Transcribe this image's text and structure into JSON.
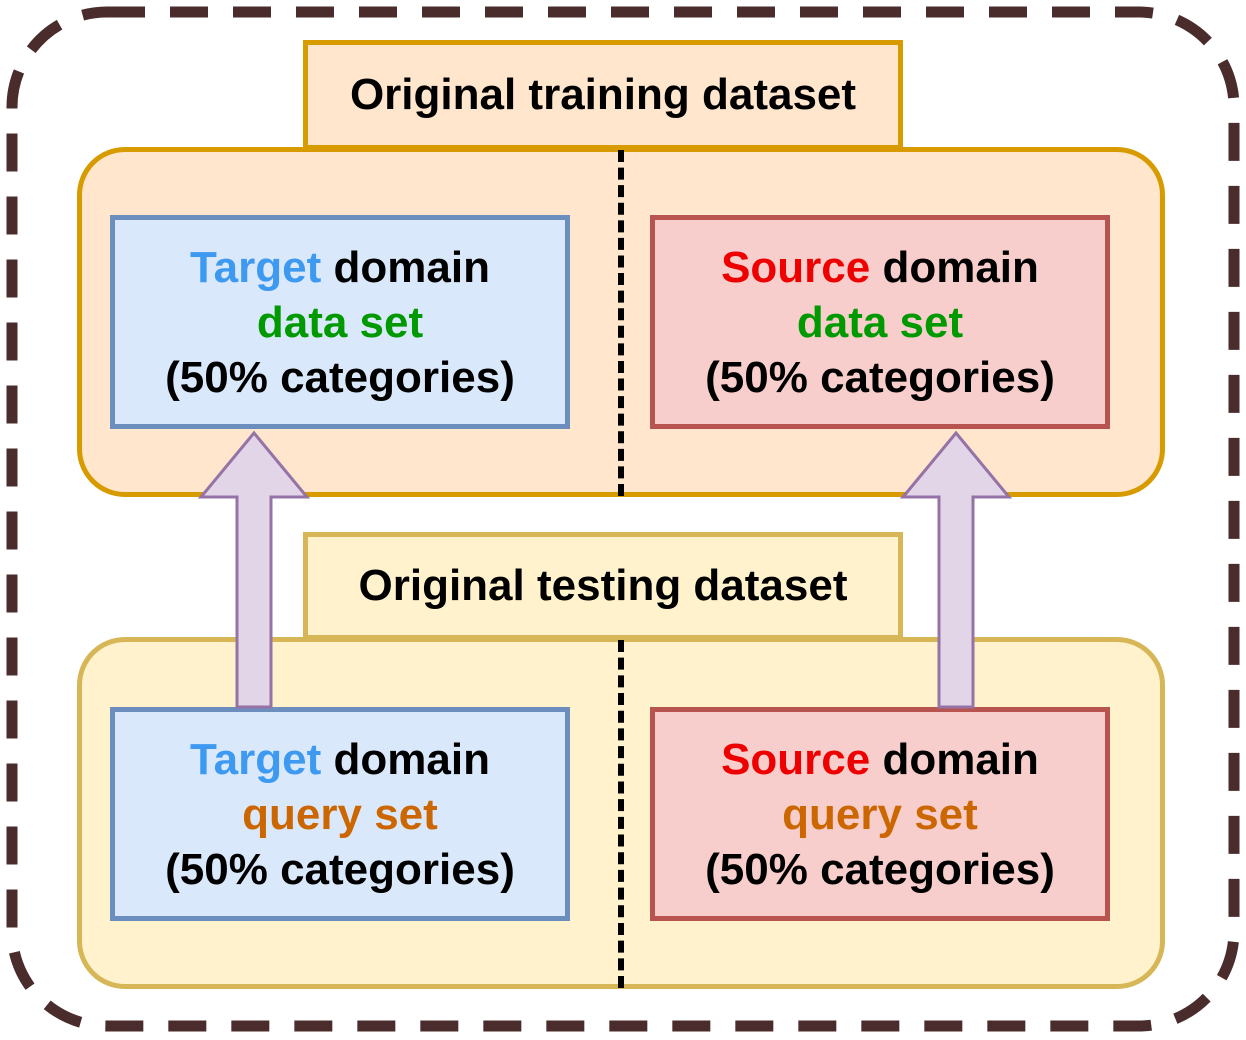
{
  "training": {
    "header": "Original training dataset",
    "target_box": {
      "word_domain_name": "Target",
      "word_domain": " domain",
      "set_label": "data set",
      "categories": "(50% categories)"
    },
    "source_box": {
      "word_domain_name": "Source",
      "word_domain": " domain",
      "set_label": "data set",
      "categories": "(50% categories)"
    }
  },
  "testing": {
    "header": "Original testing dataset",
    "target_box": {
      "word_domain_name": "Target",
      "word_domain": " domain",
      "set_label": "query set",
      "categories": "(50% categories)"
    },
    "source_box": {
      "word_domain_name": "Source",
      "word_domain": " domain",
      "set_label": "query set",
      "categories": "(50% categories)"
    }
  },
  "colors": {
    "target": "#3d9af0",
    "source": "#ee0000",
    "data_set": "#009900",
    "query_set": "#cc6600",
    "arrow_fill": "#e1d5e7",
    "arrow_stroke": "#9673a6",
    "frame": "#4a2c2c"
  }
}
